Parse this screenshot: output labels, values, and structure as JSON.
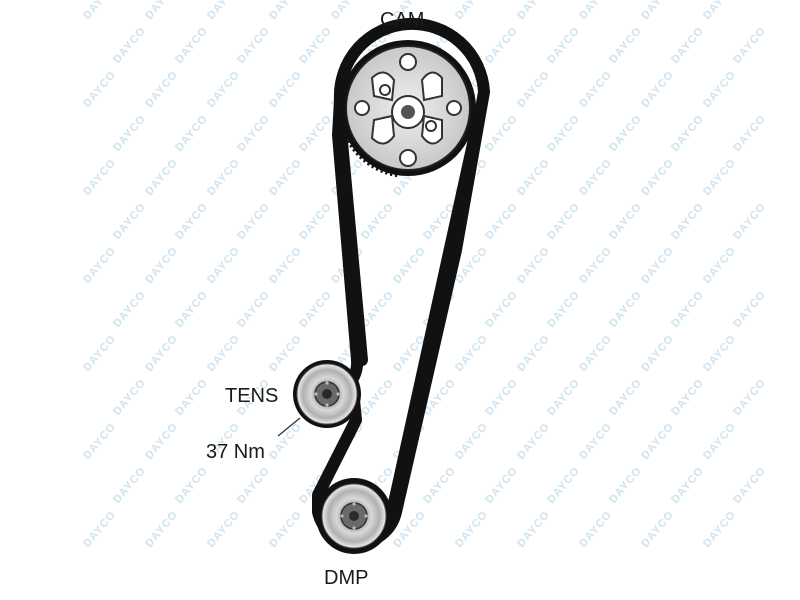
{
  "labels": {
    "cam": "CAM",
    "tensioner": "TENS",
    "torque": "37 Nm",
    "damper": "DMP"
  },
  "watermark": {
    "text": "DAYCO"
  },
  "colors": {
    "belt": "#111111",
    "pulley_outer": "#e6e6e6",
    "pulley_mid": "#9a9a9a",
    "pulley_hub": "#5a5a5a",
    "cam_face": "#d4d4d4",
    "watermark": "#cfe3ef",
    "text": "#1a1a1a"
  }
}
